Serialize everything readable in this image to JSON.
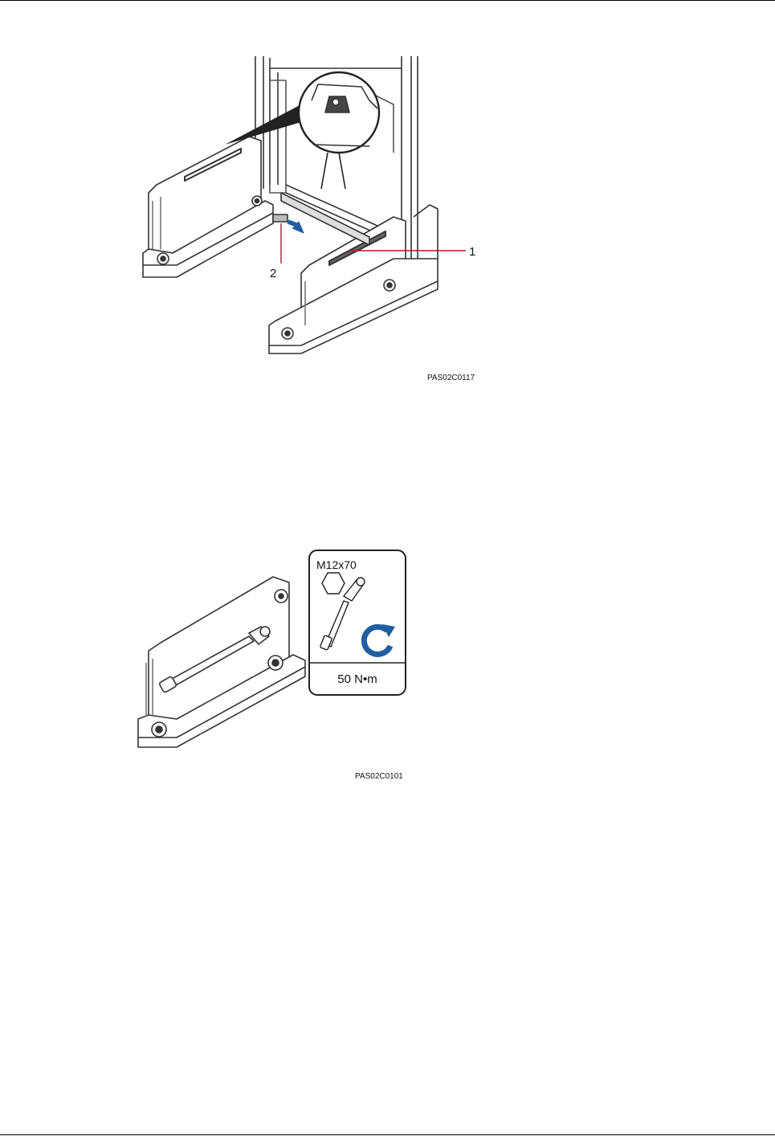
{
  "figure1": {
    "callouts": [
      "1",
      "2"
    ],
    "code": "PAS02C0117",
    "icons": [
      "magnifier-callout-icon",
      "arrow-icon"
    ]
  },
  "figure2": {
    "bolt_spec": "M12x70",
    "torque": "50 N•m",
    "code": "PAS02C0101",
    "icons": [
      "hex-bolt-icon",
      "socket-wrench-icon",
      "rotate-clockwise-icon"
    ],
    "colors": {
      "accent": "#1f5fa0"
    }
  }
}
